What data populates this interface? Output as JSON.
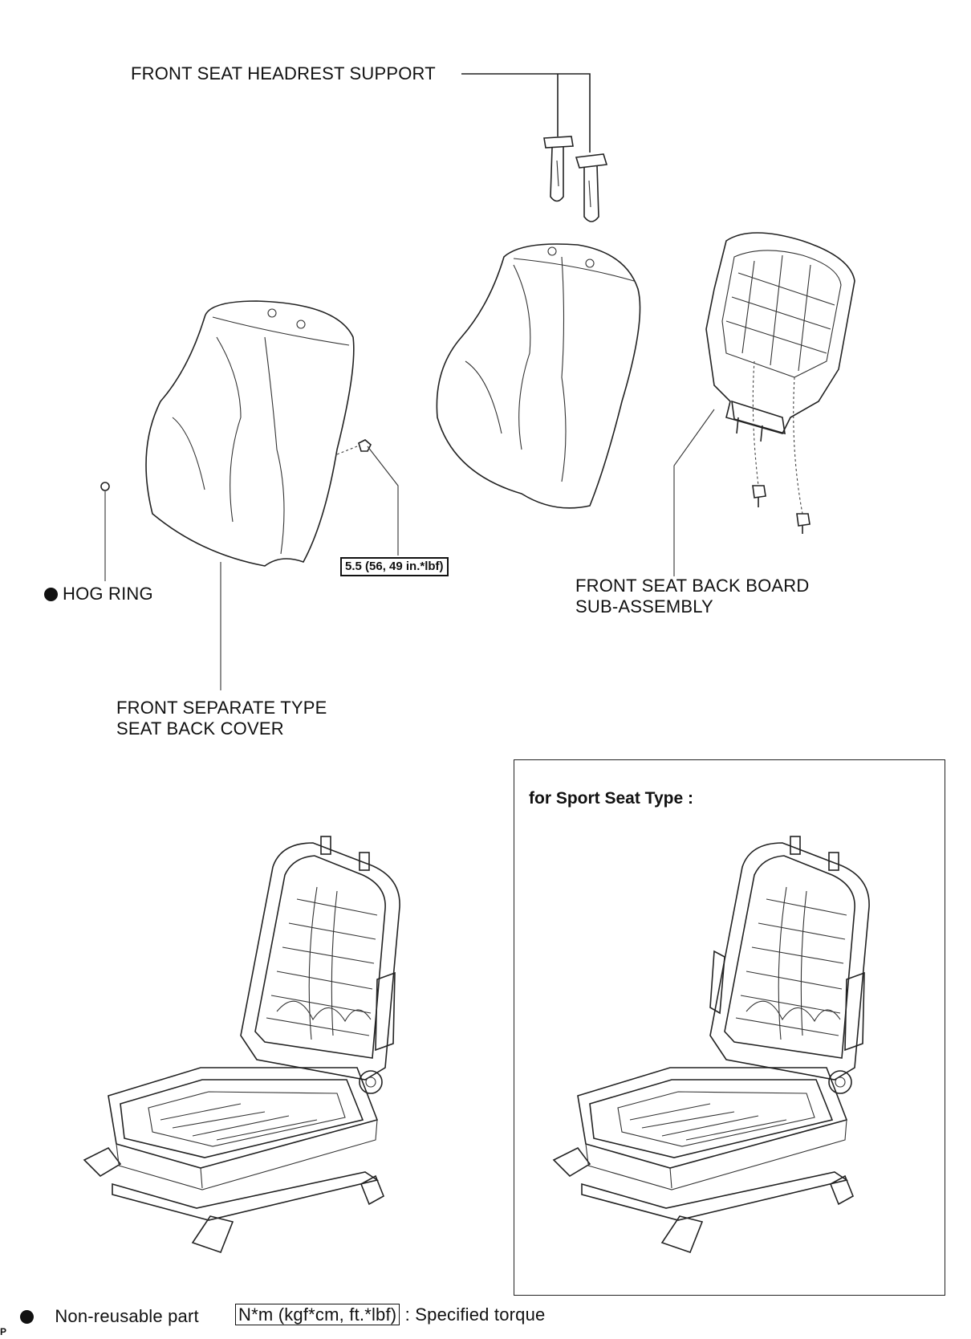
{
  "labels": {
    "headrest_support": "FRONT SEAT HEADREST SUPPORT",
    "hog_ring": "HOG RING",
    "torque_value": "5.5 (56, 49 in.*lbf)",
    "back_board_line1": "FRONT SEAT BACK BOARD",
    "back_board_line2": "SUB-ASSEMBLY",
    "cover_line1": "FRONT SEPARATE TYPE",
    "cover_line2": "SEAT BACK COVER",
    "sport_type": "for Sport Seat Type :"
  },
  "legend": {
    "non_reusable": "Non-reusable part",
    "torque_unit": "N*m (kgf*cm, ft.*lbf)",
    "specified_torque": ": Specified torque"
  },
  "corner_mark": "P",
  "colors": {
    "line": "#222222",
    "background": "#ffffff"
  },
  "icons": {
    "non_reusable": "filled-circle"
  }
}
